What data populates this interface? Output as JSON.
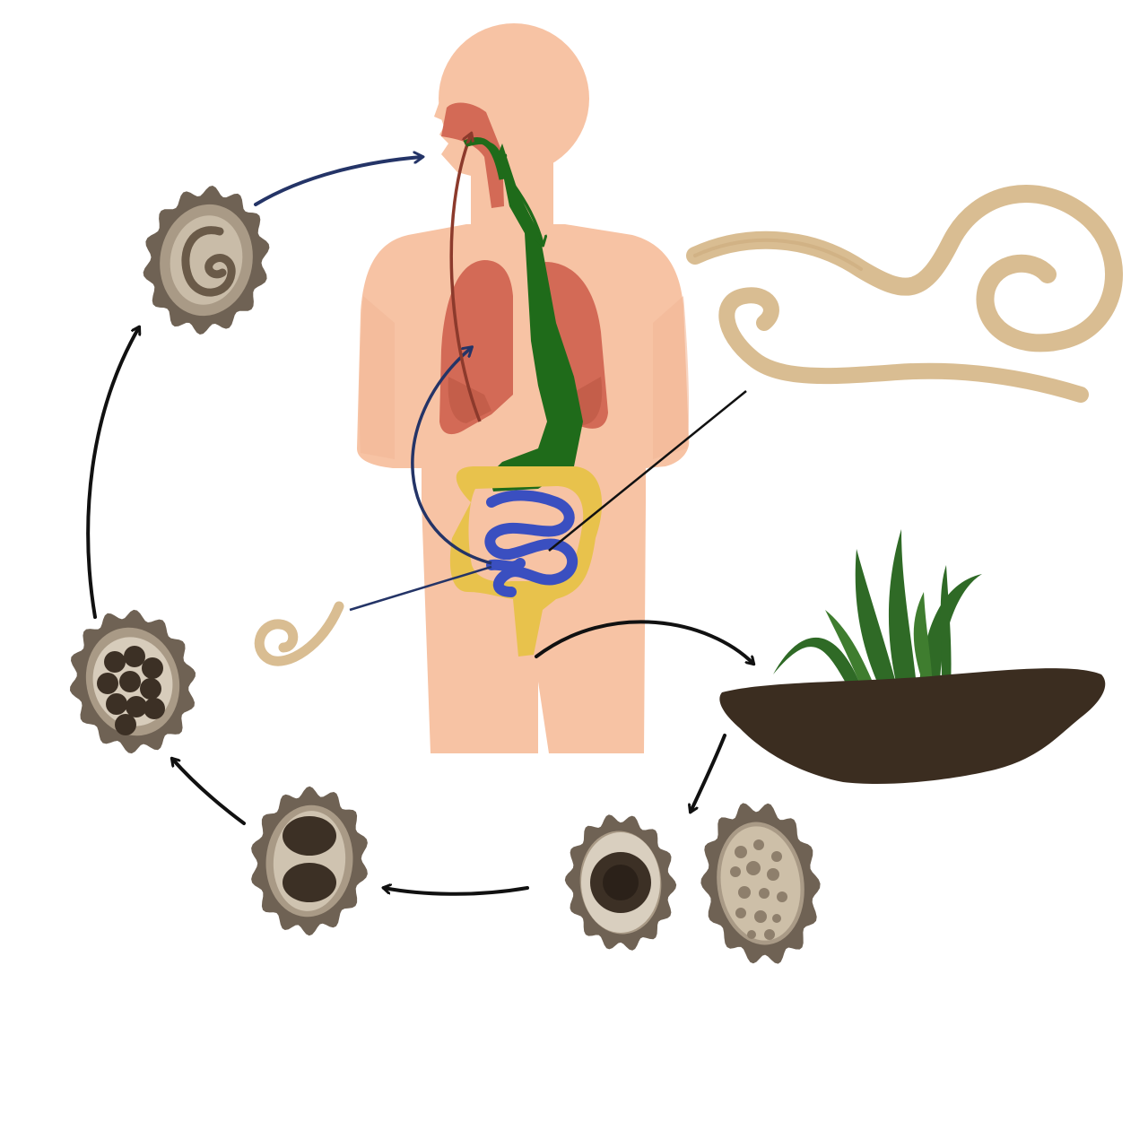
{
  "diagram": {
    "stages": [
      {
        "id": "human-host"
      },
      {
        "id": "soil-with-grass"
      },
      {
        "id": "egg-unfertilized-fertilized"
      },
      {
        "id": "egg-two-cell"
      },
      {
        "id": "egg-morula"
      },
      {
        "id": "egg-larvated"
      },
      {
        "id": "adult-worms"
      },
      {
        "id": "larva"
      }
    ],
    "colors": {
      "skin": "#f7c3a4",
      "skin_shadow": "#eeb090",
      "lungs": "#d36a56",
      "esophagus_path": "#1f6b1a",
      "blue_path": "#243467",
      "red_path": "#8c3a2c",
      "colon": "#e8c24c",
      "small_intestine": "#3a4fc0",
      "worm": "#d9bd92",
      "soil": "#3b2d20",
      "grass": "#2f6a26",
      "egg_shell_outer": "#6f6254",
      "egg_shell_inner": "#a99a86",
      "egg_core": "#3c3025",
      "cycle_arrow": "#111111"
    },
    "icons": [
      "human-silhouette-icon",
      "lungs-icon",
      "intestine-icon",
      "roundworm-icon",
      "larva-icon",
      "soil-icon",
      "grass-icon",
      "egg-icon",
      "arrow-icon"
    ]
  }
}
